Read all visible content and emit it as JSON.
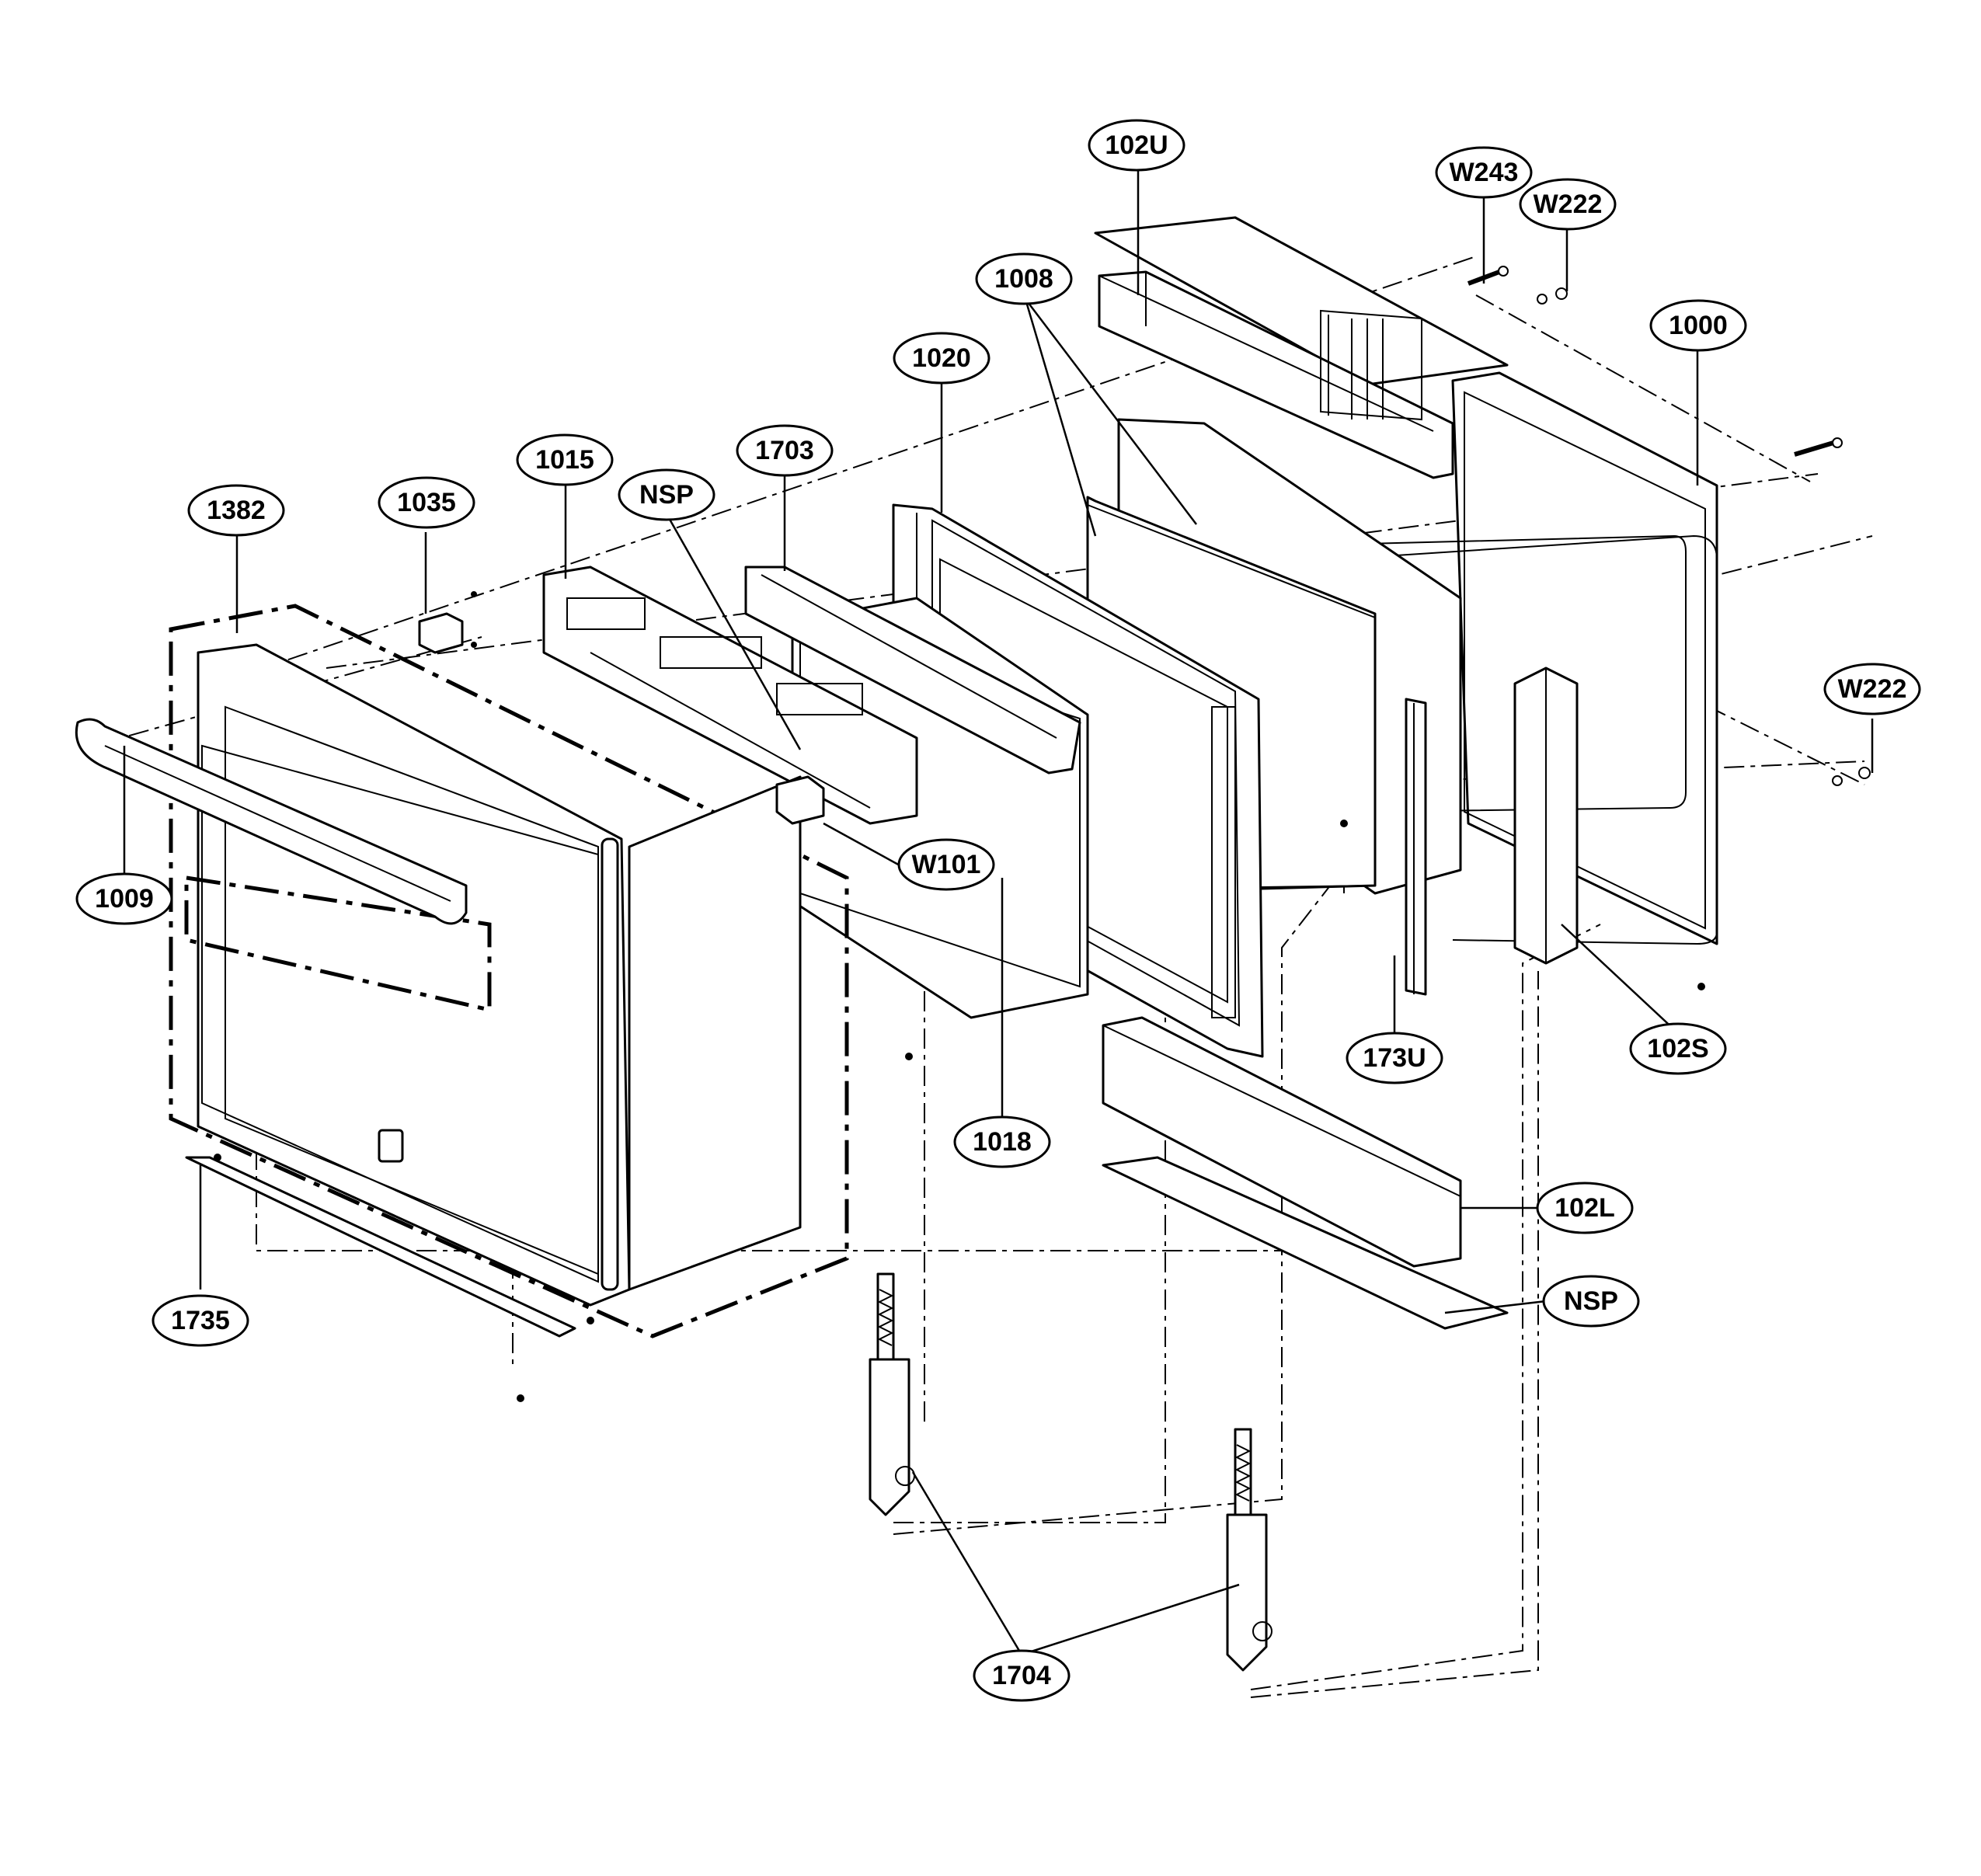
{
  "diagram": {
    "type": "exploded-parts-view",
    "callouts": [
      {
        "id": "c-102u",
        "label": "102U"
      },
      {
        "id": "c-w243",
        "label": "W243"
      },
      {
        "id": "c-w222-top",
        "label": "W222"
      },
      {
        "id": "c-1008",
        "label": "1008"
      },
      {
        "id": "c-1000",
        "label": "1000"
      },
      {
        "id": "c-1020",
        "label": "1020"
      },
      {
        "id": "c-1015",
        "label": "1015"
      },
      {
        "id": "c-1703",
        "label": "1703"
      },
      {
        "id": "c-nsp-top",
        "label": "NSP"
      },
      {
        "id": "c-1035",
        "label": "1035"
      },
      {
        "id": "c-1382",
        "label": "1382"
      },
      {
        "id": "c-w222-right",
        "label": "W222"
      },
      {
        "id": "c-1009",
        "label": "1009"
      },
      {
        "id": "c-w101",
        "label": "W101"
      },
      {
        "id": "c-173u",
        "label": "173U"
      },
      {
        "id": "c-102s",
        "label": "102S"
      },
      {
        "id": "c-1018",
        "label": "1018"
      },
      {
        "id": "c-102l",
        "label": "102L"
      },
      {
        "id": "c-nsp-bottom",
        "label": "NSP"
      },
      {
        "id": "c-1735",
        "label": "1735"
      },
      {
        "id": "c-1704",
        "label": "1704"
      }
    ]
  }
}
